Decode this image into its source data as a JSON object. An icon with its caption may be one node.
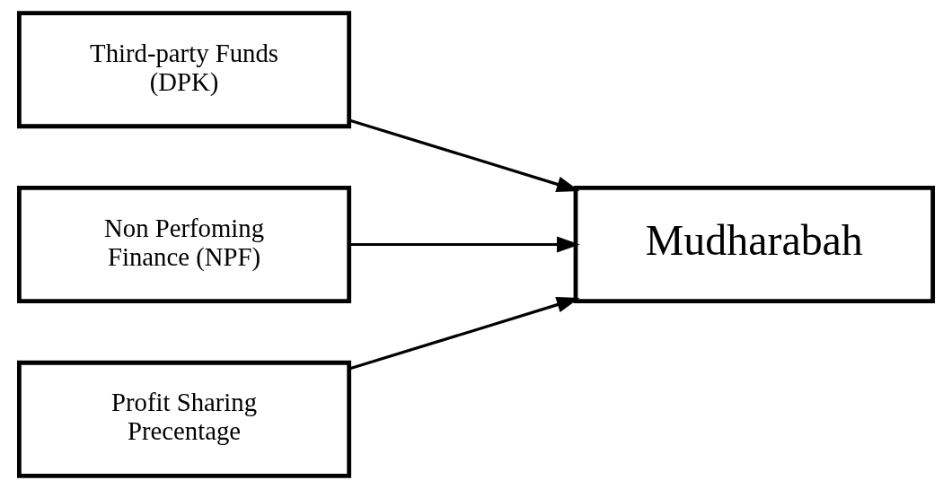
{
  "diagram": {
    "nodes": [
      {
        "text": [
          "Third-party Funds (DPK)"
        ]
      },
      {
        "text": [
          "Non Perfoming Finance (NPF)"
        ]
      },
      {
        "text": [
          "Profit Sharing Precentage"
        ]
      },
      {
        "text": [
          "Mudharabah"
        ]
      }
    ],
    "edges": [
      {
        "from": 0,
        "to": 3,
        "arrow": "to"
      },
      {
        "from": 1,
        "to": 3,
        "arrow": "to"
      },
      {
        "from": 2,
        "to": 3,
        "arrow": "to"
      }
    ]
  }
}
